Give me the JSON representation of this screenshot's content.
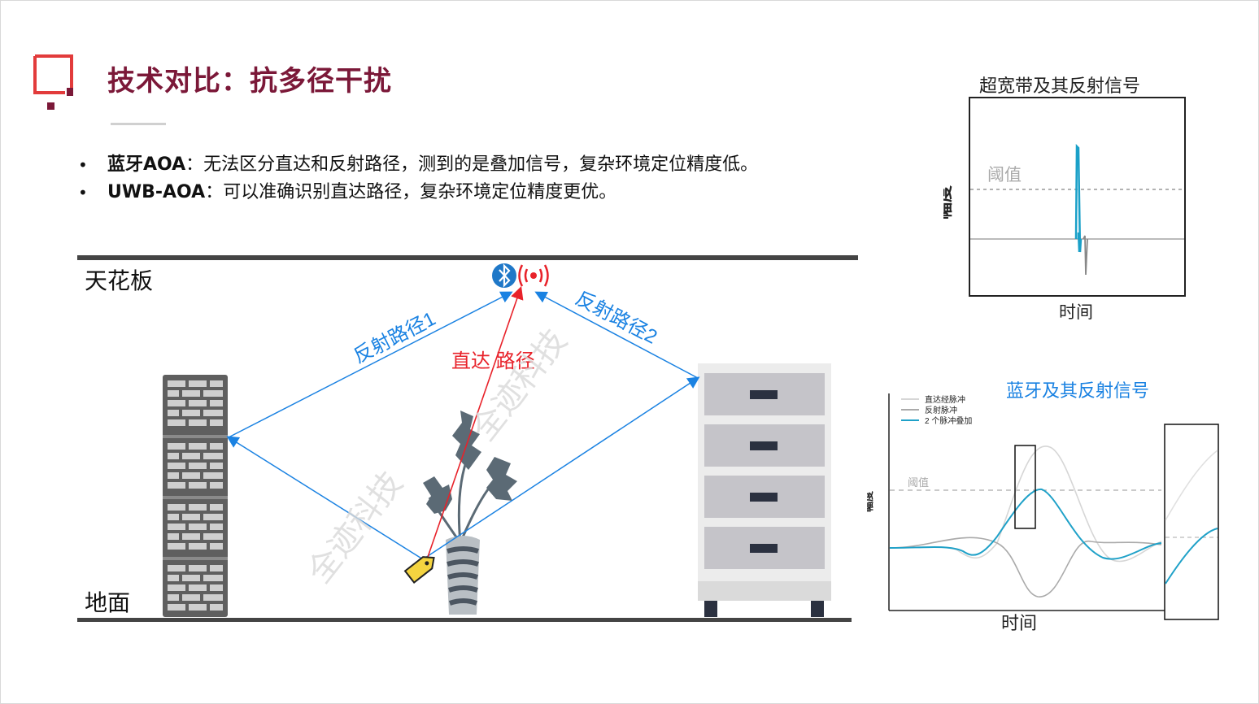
{
  "slide": {
    "title": "技术对比：抗多径干扰"
  },
  "bullets": [
    {
      "term": "蓝牙AOA",
      "text": "：无法区分直达和反射路径，测到的是叠加信号，复杂环境定位精度低。"
    },
    {
      "term": "UWB-AOA",
      "text": "：可以准确识别直达路径，复杂环境定位精度更优。"
    }
  ],
  "scene": {
    "ceiling_label": "天花板",
    "floor_label": "地面",
    "reflect_path_1": "反射路径1",
    "reflect_path_2": "反射路径2",
    "direct_path": "直达 路径",
    "watermark_1": "全迹科技",
    "watermark_2": "全迹科技",
    "colors": {
      "reflect": "#1a82e2",
      "direct": "#e8222a",
      "ceiling": "#444444"
    },
    "icons": [
      "bluetooth-icon",
      "antenna-signal-icon",
      "tag-icon",
      "brick-wall-icon",
      "plant-icon",
      "cabinet-icon"
    ]
  },
  "uwb_chart": {
    "title": "超宽带及其反射信号",
    "ylabel": "幅度",
    "xlabel": "时间",
    "threshold_label": "阈值"
  },
  "bt_chart": {
    "title": "蓝牙及其反射信号",
    "ylabel": "幅度",
    "xlabel": "时间",
    "threshold_label": "阈值",
    "legend": [
      "直达经脉冲",
      "反射脉冲",
      "2 个脉冲叠加"
    ],
    "colors": {
      "direct": "#d6d6d6",
      "reflect": "#aaaaaa",
      "sum": "#1fa1c8"
    }
  }
}
